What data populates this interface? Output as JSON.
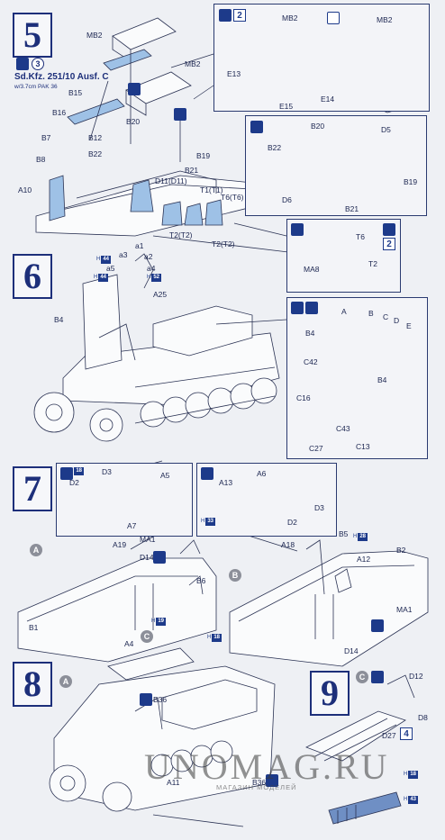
{
  "steps": [
    {
      "num": "5"
    },
    {
      "num": "6"
    },
    {
      "num": "7"
    },
    {
      "num": "8"
    },
    {
      "num": "9"
    }
  ],
  "step5": {
    "title": "Sd.Kfz. 251/10 Ausf. C",
    "subtitle": "w/3.7cm PAK 36",
    "parts_main": [
      "MB2",
      "MB2",
      "B15",
      "B16",
      "B7",
      "B8",
      "B12",
      "B22",
      "B20",
      "B19",
      "B21",
      "A10",
      "D11(D11)",
      "T1(T1)",
      "T6(T6)",
      "T2(T2)",
      "T2(T2)"
    ],
    "panel_top": [
      "MB2",
      "MB2",
      "E13",
      "E15",
      "E14"
    ],
    "panel_mid": [
      "B20",
      "D5",
      "B22",
      "B19",
      "D6",
      "B21"
    ],
    "panel_small": [
      "T6",
      "MA8",
      "T2"
    ],
    "icon_counts": [
      "2",
      "3",
      "2"
    ]
  },
  "step6": {
    "parts_main": [
      "a3",
      "a1",
      "a2",
      "a5",
      "a4",
      "A25",
      "B4"
    ],
    "panel": [
      "A",
      "B",
      "C",
      "D",
      "E",
      "B4",
      "C42",
      "B4",
      "C16",
      "C43",
      "C13",
      "C27"
    ],
    "hbadges": [
      {
        "pre": "H",
        "num": "44"
      },
      {
        "pre": "H",
        "num": "44"
      },
      {
        "pre": "H",
        "num": "52"
      }
    ]
  },
  "step7": {
    "panel_left": [
      "D2",
      "D3",
      "A5",
      "A7"
    ],
    "panel_right": [
      "A13",
      "A6",
      "D3",
      "D2"
    ],
    "view_a": [
      "A",
      "A19",
      "MA1",
      "D14",
      "B6",
      "B1"
    ],
    "view_b": [
      "A18",
      "B5",
      "A12",
      "B2",
      "B",
      "MA1",
      "D14"
    ],
    "hbadges": [
      {
        "pre": "H",
        "num": "18"
      },
      {
        "pre": "H",
        "num": "18"
      },
      {
        "pre": "H",
        "num": "33"
      },
      {
        "pre": "H",
        "num": "19"
      },
      {
        "pre": "H",
        "num": "28"
      }
    ]
  },
  "step8": {
    "parts": [
      "A",
      "A4",
      "C",
      "B36",
      "A11",
      "B36"
    ]
  },
  "step9": {
    "parts": [
      "C",
      "D12",
      "D8",
      "D27",
      "4"
    ],
    "hbadges": [
      {
        "pre": "H",
        "num": "18"
      },
      {
        "pre": "H",
        "num": "43"
      }
    ]
  },
  "watermark": {
    "text": "UNOMAG.RU",
    "sub": "МАГАЗИН МОДЕЛЕЙ"
  }
}
